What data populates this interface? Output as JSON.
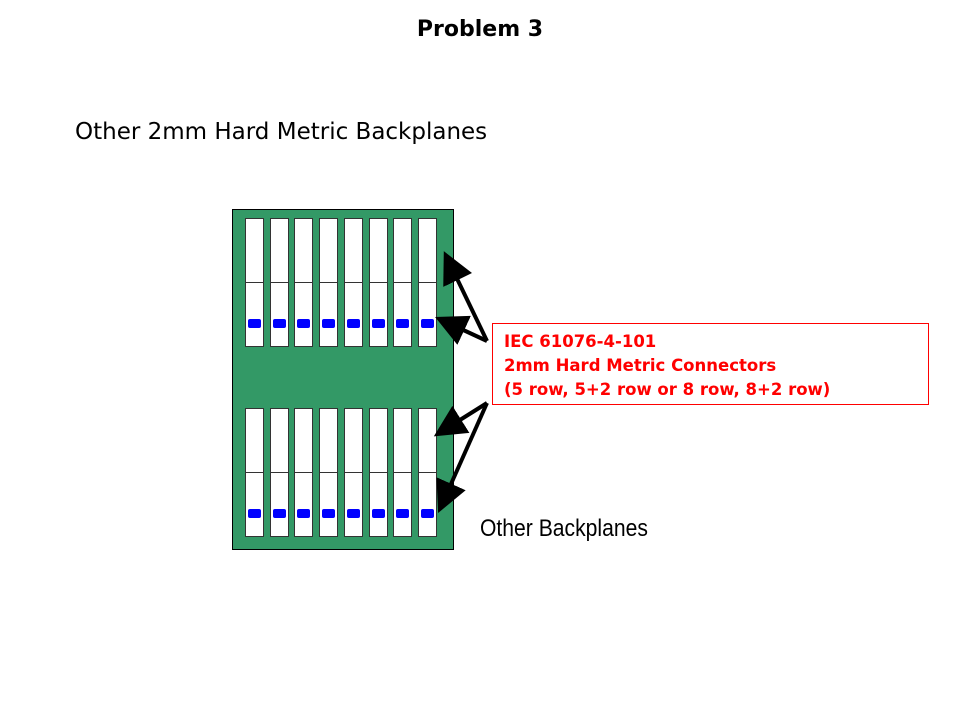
{
  "title": "Problem 3",
  "subtitle": "Other 2mm Hard Metric Backplanes",
  "callout": {
    "line1": "IEC 61076-4-101",
    "line2": "2mm Hard Metric Connectors",
    "line3": "(5 row, 5+2 row or 8 row, 8+2 row)"
  },
  "caption": "Other Backplanes",
  "diagram": {
    "board_color": "#339966",
    "pin_color": "#0000ff",
    "callout_color": "#ff0000",
    "slots_per_row": 8,
    "rows": 2
  }
}
